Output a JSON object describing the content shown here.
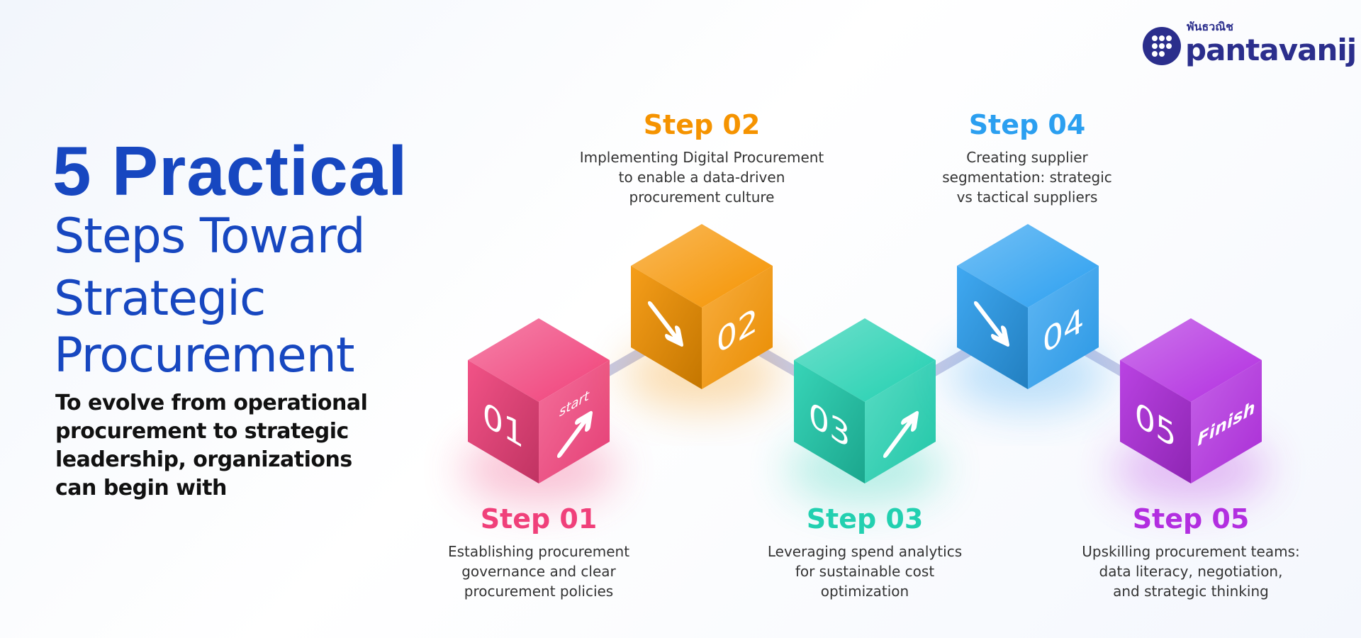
{
  "brand": {
    "thai_name": "พันธวณิช",
    "name": "pantavanij"
  },
  "heading": {
    "line1": "5 Practical",
    "line2": [
      "Steps Toward",
      "Strategic",
      "Procurement"
    ],
    "subtitle": [
      "To evolve from operational",
      "procurement to strategic",
      "leadership, organizations",
      "can begin with"
    ]
  },
  "steps": [
    {
      "title": "Step 01",
      "number": "01",
      "tag": "start",
      "color": "#f0407a",
      "desc": [
        "Establishing procurement",
        "governance and clear",
        "procurement policies"
      ]
    },
    {
      "title": "Step 02",
      "number": "02",
      "tag": "",
      "color": "#f59300",
      "desc": [
        "Implementing Digital Procurement",
        "to enable a data-driven",
        "procurement culture"
      ]
    },
    {
      "title": "Step 03",
      "number": "03",
      "tag": "",
      "color": "#22d0b0",
      "desc": [
        "Leveraging spend analytics",
        "for sustainable cost",
        "optimization"
      ]
    },
    {
      "title": "Step 04",
      "number": "04",
      "tag": "",
      "color": "#2b9ff0",
      "desc": [
        "Creating supplier",
        "segmentation: strategic",
        "vs tactical suppliers"
      ]
    },
    {
      "title": "Step 05",
      "number": "05",
      "tag": "Finish",
      "color": "#b22ee0",
      "desc": [
        "Upskilling procurement teams:",
        "data literacy, negotiation,",
        "and strategic thinking"
      ]
    }
  ]
}
